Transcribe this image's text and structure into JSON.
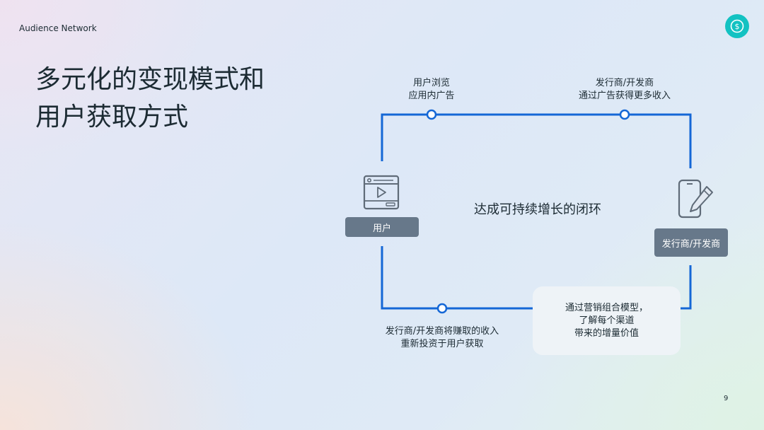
{
  "brand": "Audience Network",
  "icons": {
    "header": "dollar-coin-icon",
    "user": "video-player-icon",
    "publisher": "phone-pen-icon"
  },
  "colors": {
    "loop_line": "#1467d6",
    "coin": "#13c2c2",
    "tag_bg": "#67788a",
    "note_bg": "#eef3f7"
  },
  "title": {
    "line1": "多元化的变现模式和",
    "line2": "用户获取方式"
  },
  "diagram": {
    "center_text": "达成可持续增长的闭环",
    "user_tag": "用户",
    "publisher_tag": "发行商/开发商",
    "top_left_label": {
      "line1": "用户浏览",
      "line2": "应用内广告"
    },
    "top_right_label": {
      "line1": "发行商/开发商",
      "line2": "通过广告获得更多收入"
    },
    "bottom_label": {
      "line1": "发行商/开发商将赚取的收入",
      "line2": "重新投资于用户获取"
    },
    "note": {
      "line1": "通过营销组合模型，",
      "line2": "了解每个渠道",
      "line3": "带来的增量价值"
    }
  },
  "page_number": "9"
}
